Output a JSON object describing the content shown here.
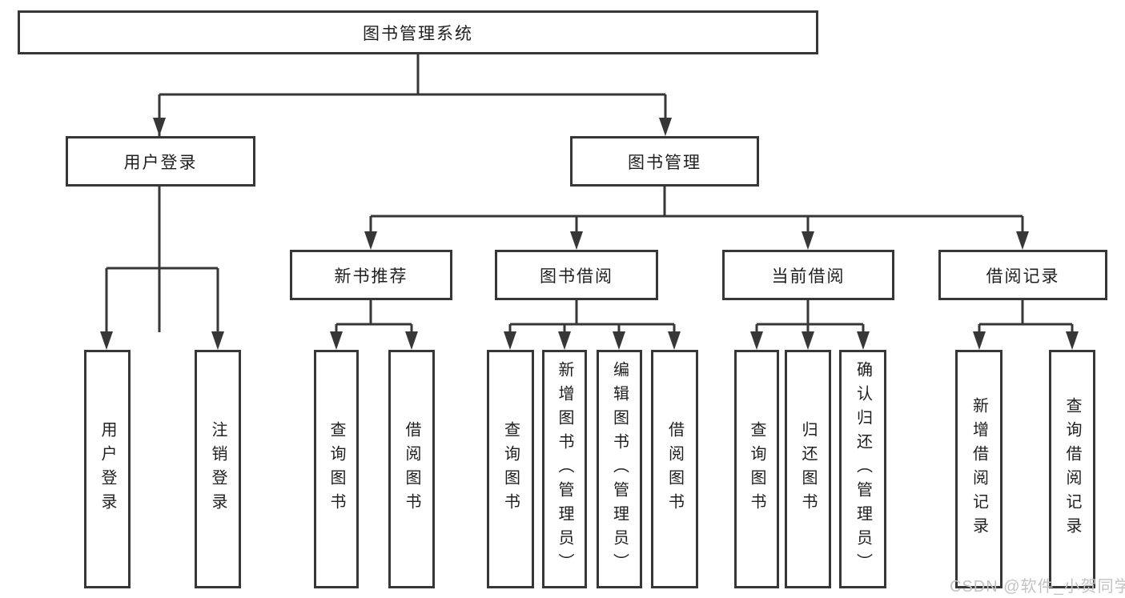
{
  "diagram": {
    "title": "图书管理系统",
    "nodes": {
      "root": {
        "label": "图书管理系统"
      },
      "user_login": {
        "label": "用户登录"
      },
      "book_mgmt": {
        "label": "图书管理"
      },
      "new_book_rec": {
        "label": "新书推荐"
      },
      "book_borrow": {
        "label": "图书借阅"
      },
      "current_borrow": {
        "label": "当前借阅"
      },
      "borrow_records": {
        "label": "借阅记录"
      },
      "leaves": [
        "用户登录",
        "注销登录",
        "查询图书",
        "借阅图书",
        "查询图书",
        "新增图书（管理员）",
        "编辑图书（管理员）",
        "借阅图书",
        "查询图书",
        "归还图书",
        "确认归还（管理员）",
        "新增借阅记录",
        "查询借阅记录"
      ]
    },
    "colors": {
      "line": "#373737",
      "text": "#1f1f1f",
      "background": "#ffffff",
      "watermark": "#c3c3c3"
    }
  },
  "watermark": {
    "text": "CSDN @软件_小贺同学"
  }
}
